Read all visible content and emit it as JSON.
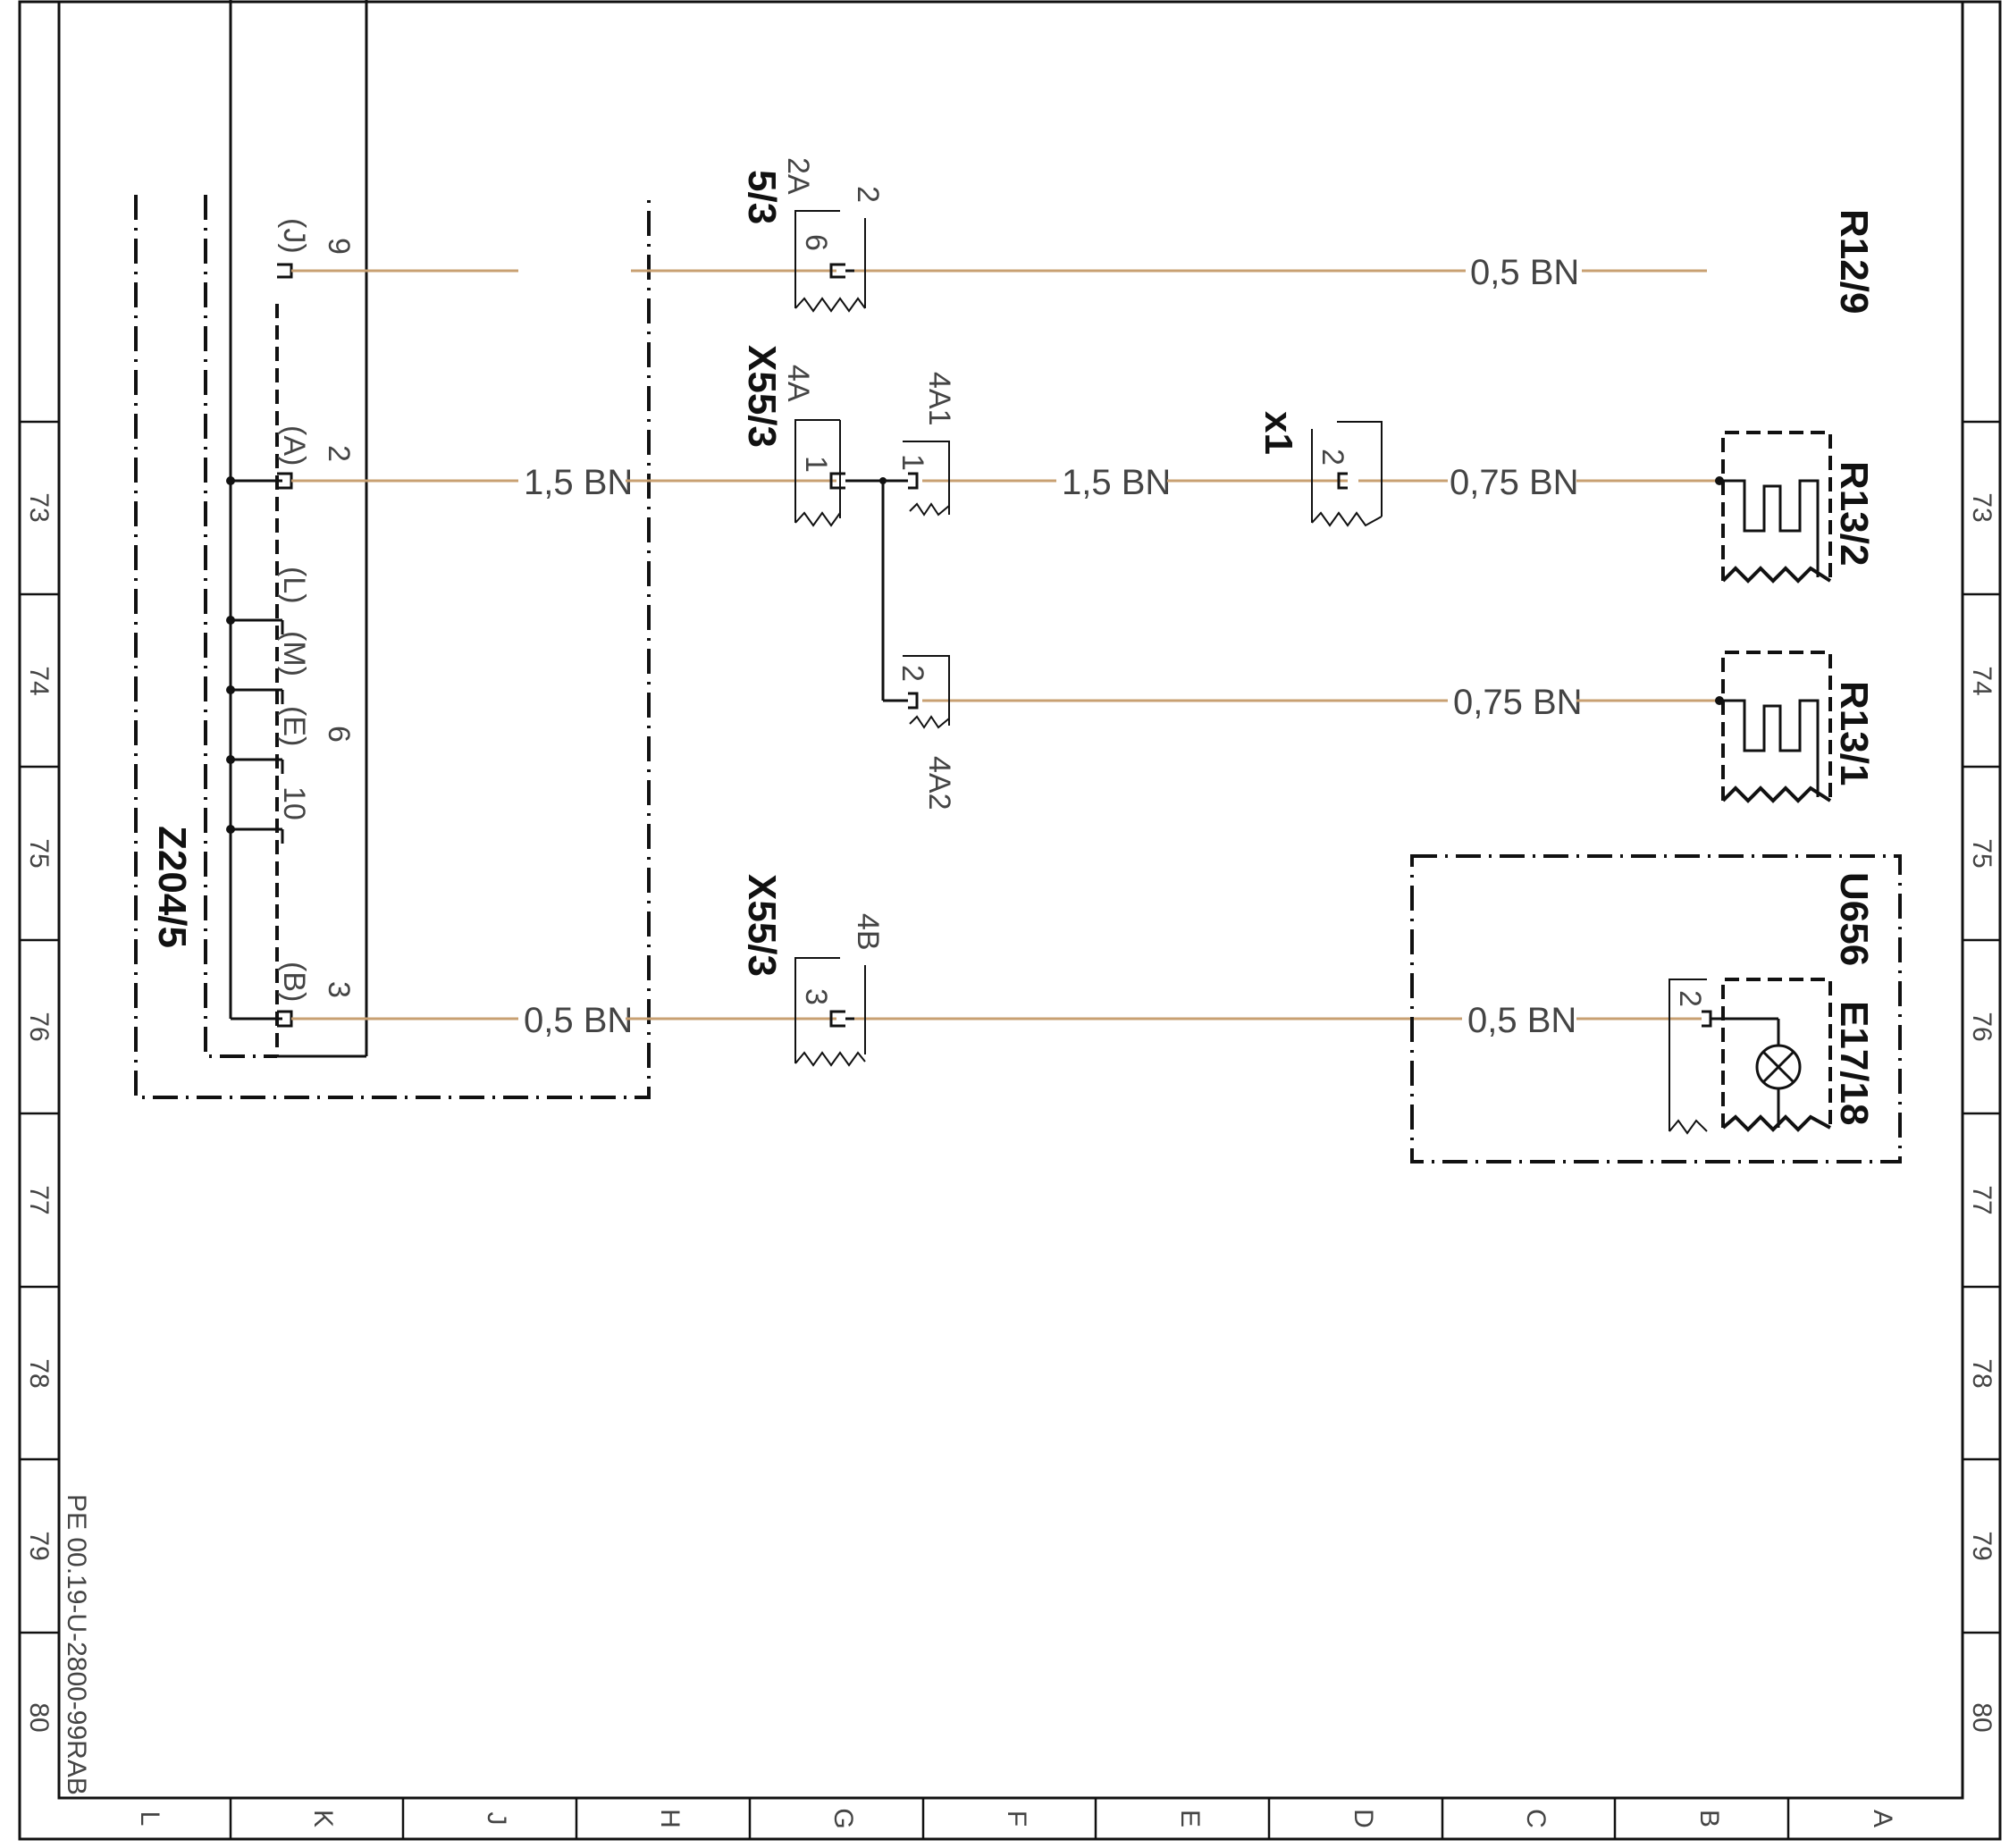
{
  "components": {
    "z204_5": "Z204/5",
    "x55_3_top": "5/3",
    "x55_3_top_pin": "2A",
    "x55_3_top_pin_num": "2",
    "x55_3_mid": "X55/3",
    "x55_3_mid_pin": "4A",
    "x55_3_bot": "X55/3",
    "x55_3_bot_pin": "4B",
    "x1": "x1",
    "r12_9": "R12/9",
    "r13_2": "R13/2",
    "r13_1": "R13/1",
    "u656": "U656",
    "e17_18": "E17/18",
    "split_4a1": "4A1",
    "split_4a2": "4A2"
  },
  "wires": {
    "w1": "0,5 BN",
    "w2a": "1,5 BN",
    "w2b": "1,5 BN",
    "w2c": "0,75 BN",
    "w3": "0,75 BN",
    "w4a": "0,5 BN",
    "w4b": "0,5 BN"
  },
  "pins": {
    "z_j": "(J)",
    "z_j_n": "9",
    "z_a": "(A)",
    "z_a_n": "2",
    "z_l": "(L)",
    "z_m": "(M)",
    "z_e": "(E)",
    "z_e_n": "6",
    "z_10": "10",
    "z_b": "(B)",
    "z_b_n": "3",
    "c_top": "6",
    "c_mid": "1",
    "c_4a1": "1",
    "c_4a2": "2",
    "c_x1": "2",
    "c_bot": "3",
    "c_e17": "2"
  },
  "grid_rows": [
    "73",
    "74",
    "75",
    "76",
    "77",
    "78",
    "79",
    "80"
  ],
  "grid_cols": [
    "L",
    "K",
    "J",
    "H",
    "G",
    "F",
    "E",
    "D",
    "C",
    "B",
    "A"
  ],
  "document_code": "PE 00.19-U-2800-99RAB",
  "colors": {
    "wire_brown": "#c8a072",
    "line": "#111111"
  }
}
